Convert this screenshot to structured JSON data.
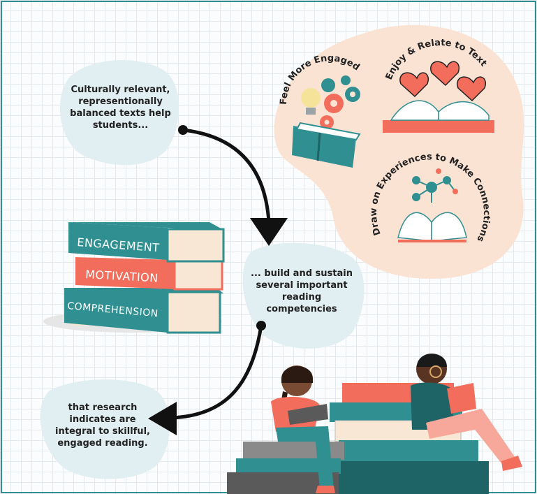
{
  "steps": {
    "step1": "Culturally relevant, representionally balanced texts help students...",
    "step2": "... build and sustain several important reading competencies",
    "step3": "that research indicates are integral to skillful, engaged reading."
  },
  "benefits": {
    "engaged": "Feel More Engaged",
    "enjoy": "Enjoy & Relate to Text",
    "connections": "Draw on Experiences to Make Connections"
  },
  "competencies": [
    "ENGAGEMENT",
    "MOTIVATION",
    "COMPREHENSION"
  ],
  "colors": {
    "teal": "#2f8f91",
    "coral": "#f26d5b",
    "peach": "#fbe3d4",
    "blob": "#e2eff2",
    "cream": "#f8e7d4"
  }
}
